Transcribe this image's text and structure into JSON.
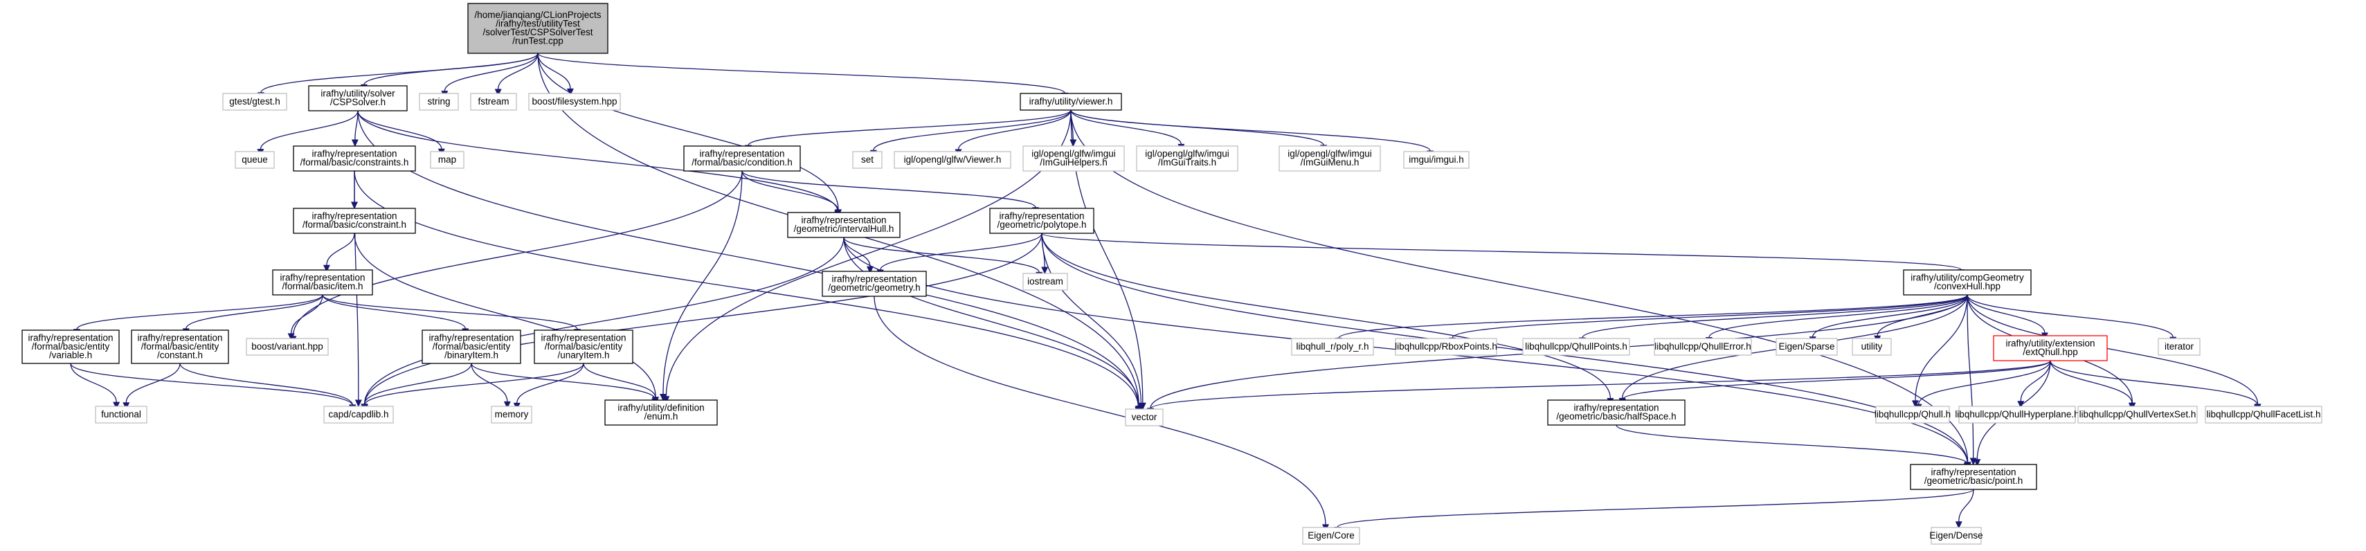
{
  "colors": {
    "edge": "#191970",
    "node_border": "#000000",
    "external_border": "#bfbfbf",
    "highlight_border": "#ff0000",
    "root_fill": "#bfbfbf",
    "node_fill": "#ffffff",
    "external_text": "#555555"
  },
  "nodes": [
    {
      "id": "runTest",
      "style": "root",
      "lines": [
        "/home/jianqiang/CLionProjects",
        "/irafhy/test/utilityTest",
        "/solverTest/CSPSolverTest",
        "/runTest.cpp"
      ]
    },
    {
      "id": "gtest",
      "style": "external",
      "lines": [
        "gtest/gtest.h"
      ]
    },
    {
      "id": "cspsolver",
      "style": "normal",
      "lines": [
        "irafhy/utility/solver",
        "/CSPSolver.h"
      ]
    },
    {
      "id": "string",
      "style": "external",
      "lines": [
        "string"
      ]
    },
    {
      "id": "fstream",
      "style": "external",
      "lines": [
        "fstream"
      ]
    },
    {
      "id": "filesystem",
      "style": "external",
      "lines": [
        "boost/filesystem.hpp"
      ]
    },
    {
      "id": "viewer",
      "style": "normal",
      "lines": [
        "irafhy/utility/viewer.h"
      ]
    },
    {
      "id": "queue",
      "style": "external",
      "lines": [
        "queue"
      ]
    },
    {
      "id": "constraints",
      "style": "normal",
      "lines": [
        "irafhy/representation",
        "/formal/basic/constraints.h"
      ]
    },
    {
      "id": "map",
      "style": "external",
      "lines": [
        "map"
      ]
    },
    {
      "id": "condition",
      "style": "normal",
      "lines": [
        "irafhy/representation",
        "/formal/basic/condition.h"
      ]
    },
    {
      "id": "set",
      "style": "external",
      "lines": [
        "set"
      ]
    },
    {
      "id": "glfwviewer",
      "style": "external",
      "lines": [
        "igl/opengl/glfw/Viewer.h"
      ]
    },
    {
      "id": "imguihelpers",
      "style": "external",
      "lines": [
        "igl/opengl/glfw/imgui",
        "/ImGuiHelpers.h"
      ]
    },
    {
      "id": "imguitraits",
      "style": "external",
      "lines": [
        "igl/opengl/glfw/imgui",
        "/ImGuiTraits.h"
      ]
    },
    {
      "id": "imguimenu",
      "style": "external",
      "lines": [
        "igl/opengl/glfw/imgui",
        "/ImGuiMenu.h"
      ]
    },
    {
      "id": "imgui",
      "style": "external",
      "lines": [
        "imgui/imgui.h"
      ]
    },
    {
      "id": "constraint",
      "style": "normal",
      "lines": [
        "irafhy/representation",
        "/formal/basic/constraint.h"
      ]
    },
    {
      "id": "intervalhull",
      "style": "normal",
      "lines": [
        "irafhy/representation",
        "/geometric/intervalHull.h"
      ]
    },
    {
      "id": "polytope",
      "style": "normal",
      "lines": [
        "irafhy/representation",
        "/geometric/polytope.h"
      ]
    },
    {
      "id": "item",
      "style": "normal",
      "lines": [
        "irafhy/representation",
        "/formal/basic/item.h"
      ]
    },
    {
      "id": "iostream",
      "style": "external",
      "lines": [
        "iostream"
      ]
    },
    {
      "id": "geometry",
      "style": "normal",
      "lines": [
        "irafhy/representation",
        "/geometric/geometry.h"
      ]
    },
    {
      "id": "convexhull",
      "style": "normal",
      "lines": [
        "irafhy/utility/compGeometry",
        "/convexHull.hpp"
      ]
    },
    {
      "id": "variable",
      "style": "normal",
      "lines": [
        "irafhy/representation",
        "/formal/basic/entity",
        "/variable.h"
      ]
    },
    {
      "id": "constant",
      "style": "normal",
      "lines": [
        "irafhy/representation",
        "/formal/basic/entity",
        "/constant.h"
      ]
    },
    {
      "id": "variant",
      "style": "external",
      "lines": [
        "boost/variant.hpp"
      ]
    },
    {
      "id": "binaryitem",
      "style": "normal",
      "lines": [
        "irafhy/representation",
        "/formal/basic/entity",
        "/binaryItem.h"
      ]
    },
    {
      "id": "unaryitem",
      "style": "normal",
      "lines": [
        "irafhy/representation",
        "/formal/basic/entity",
        "/unaryItem.h"
      ]
    },
    {
      "id": "polyr",
      "style": "external",
      "lines": [
        "libqhull_r/poly_r.h"
      ]
    },
    {
      "id": "rboxpoints",
      "style": "external",
      "lines": [
        "libqhullcpp/RboxPoints.h"
      ]
    },
    {
      "id": "qhullpoints",
      "style": "external",
      "lines": [
        "libqhullcpp/QhullPoints.h"
      ]
    },
    {
      "id": "qhullerror",
      "style": "external",
      "lines": [
        "libqhullcpp/QhullError.h"
      ]
    },
    {
      "id": "eigensparse",
      "style": "external",
      "lines": [
        "Eigen/Sparse"
      ]
    },
    {
      "id": "utility",
      "style": "external",
      "lines": [
        "utility"
      ]
    },
    {
      "id": "extqhull",
      "style": "highlight",
      "lines": [
        "irafhy/utility/extension",
        "/extQhull.hpp"
      ]
    },
    {
      "id": "iterator",
      "style": "external",
      "lines": [
        "iterator"
      ]
    },
    {
      "id": "functional",
      "style": "external",
      "lines": [
        "functional"
      ]
    },
    {
      "id": "capd",
      "style": "external",
      "lines": [
        "capd/capdlib.h"
      ]
    },
    {
      "id": "memory",
      "style": "external",
      "lines": [
        "memory"
      ]
    },
    {
      "id": "enum",
      "style": "normal",
      "lines": [
        "irafhy/utility/definition",
        "/enum.h"
      ]
    },
    {
      "id": "vector",
      "style": "external",
      "lines": [
        "vector"
      ]
    },
    {
      "id": "halfspace",
      "style": "normal",
      "lines": [
        "irafhy/representation",
        "/geometric/basic/halfSpace.h"
      ]
    },
    {
      "id": "qhull",
      "style": "external",
      "lines": [
        "libqhullcpp/Qhull.h"
      ]
    },
    {
      "id": "qhullhyperplane",
      "style": "external",
      "lines": [
        "libqhullcpp/QhullHyperplane.h"
      ]
    },
    {
      "id": "qhullvertexset",
      "style": "external",
      "lines": [
        "libqhullcpp/QhullVertexSet.h"
      ]
    },
    {
      "id": "qhullfacetlist",
      "style": "external",
      "lines": [
        "libqhullcpp/QhullFacetList.h"
      ]
    },
    {
      "id": "point",
      "style": "normal",
      "lines": [
        "irafhy/representation",
        "/geometric/basic/point.h"
      ]
    },
    {
      "id": "eigencore",
      "style": "external",
      "lines": [
        "Eigen/Core"
      ]
    },
    {
      "id": "eigendense",
      "style": "external",
      "lines": [
        "Eigen/Dense"
      ]
    }
  ],
  "edges": [
    [
      "runTest",
      "gtest"
    ],
    [
      "runTest",
      "cspsolver"
    ],
    [
      "runTest",
      "string"
    ],
    [
      "runTest",
      "fstream"
    ],
    [
      "runTest",
      "filesystem"
    ],
    [
      "runTest",
      "viewer"
    ],
    [
      "runTest",
      "vector"
    ],
    [
      "runTest",
      "intervalhull"
    ],
    [
      "cspsolver",
      "queue"
    ],
    [
      "cspsolver",
      "constraints"
    ],
    [
      "cspsolver",
      "map"
    ],
    [
      "cspsolver",
      "intervalhull"
    ],
    [
      "cspsolver",
      "vector"
    ],
    [
      "viewer",
      "condition"
    ],
    [
      "viewer",
      "set"
    ],
    [
      "viewer",
      "glfwviewer"
    ],
    [
      "viewer",
      "imguihelpers"
    ],
    [
      "viewer",
      "imguitraits"
    ],
    [
      "viewer",
      "imguimenu"
    ],
    [
      "viewer",
      "imgui"
    ],
    [
      "viewer",
      "vector"
    ],
    [
      "viewer",
      "enum"
    ],
    [
      "viewer",
      "point"
    ],
    [
      "constraints",
      "constraint"
    ],
    [
      "constraints",
      "capd"
    ],
    [
      "constraints",
      "vector"
    ],
    [
      "condition",
      "intervalhull"
    ],
    [
      "condition",
      "polytope"
    ],
    [
      "condition",
      "variant"
    ],
    [
      "condition",
      "enum"
    ],
    [
      "constraint",
      "item"
    ],
    [
      "constraint",
      "enum"
    ],
    [
      "intervalhull",
      "geometry"
    ],
    [
      "intervalhull",
      "iostream"
    ],
    [
      "intervalhull",
      "vector"
    ],
    [
      "intervalhull",
      "capd"
    ],
    [
      "intervalhull",
      "point"
    ],
    [
      "polytope",
      "geometry"
    ],
    [
      "polytope",
      "iostream"
    ],
    [
      "polytope",
      "vector"
    ],
    [
      "polytope",
      "convexhull"
    ],
    [
      "polytope",
      "halfspace"
    ],
    [
      "polytope",
      "capd"
    ],
    [
      "polytope",
      "point"
    ],
    [
      "item",
      "variable"
    ],
    [
      "item",
      "constant"
    ],
    [
      "item",
      "variant"
    ],
    [
      "item",
      "binaryitem"
    ],
    [
      "item",
      "unaryitem"
    ],
    [
      "geometry",
      "eigencore"
    ],
    [
      "convexhull",
      "polyr"
    ],
    [
      "convexhull",
      "rboxpoints"
    ],
    [
      "convexhull",
      "qhullpoints"
    ],
    [
      "convexhull",
      "qhullerror"
    ],
    [
      "convexhull",
      "eigensparse"
    ],
    [
      "convexhull",
      "utility"
    ],
    [
      "convexhull",
      "extqhull"
    ],
    [
      "convexhull",
      "iterator"
    ],
    [
      "convexhull",
      "vector"
    ],
    [
      "convexhull",
      "halfspace"
    ],
    [
      "convexhull",
      "qhull"
    ],
    [
      "convexhull",
      "qhullvertexset"
    ],
    [
      "convexhull",
      "qhullfacetlist"
    ],
    [
      "convexhull",
      "point"
    ],
    [
      "variable",
      "functional"
    ],
    [
      "variable",
      "capd"
    ],
    [
      "constant",
      "functional"
    ],
    [
      "constant",
      "capd"
    ],
    [
      "binaryitem",
      "capd"
    ],
    [
      "binaryitem",
      "memory"
    ],
    [
      "binaryitem",
      "enum"
    ],
    [
      "unaryitem",
      "capd"
    ],
    [
      "unaryitem",
      "memory"
    ],
    [
      "unaryitem",
      "enum"
    ],
    [
      "extqhull",
      "vector"
    ],
    [
      "extqhull",
      "halfspace"
    ],
    [
      "extqhull",
      "qhull"
    ],
    [
      "extqhull",
      "qhullhyperplane"
    ],
    [
      "extqhull",
      "qhullvertexset"
    ],
    [
      "extqhull",
      "qhullfacetlist"
    ],
    [
      "extqhull",
      "point"
    ],
    [
      "halfspace",
      "point"
    ],
    [
      "point",
      "eigencore"
    ],
    [
      "point",
      "eigendense"
    ]
  ]
}
